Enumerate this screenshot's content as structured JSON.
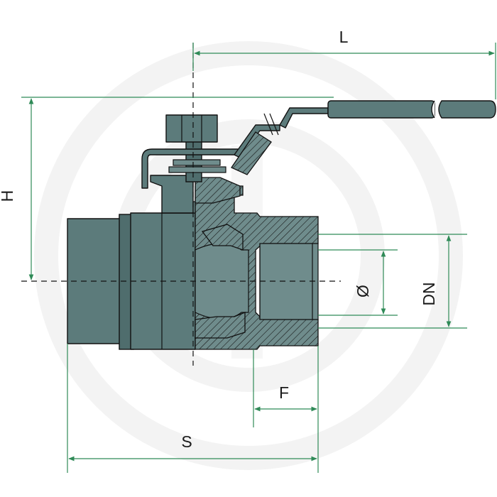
{
  "diagram": {
    "dimensions": {
      "L": "L",
      "H": "H",
      "S": "S",
      "F": "F",
      "DN": "DN",
      "diameter": "Ø"
    },
    "colors": {
      "body": "#5c7b7b",
      "dimension_lines": "#2f8a57",
      "outline": "#111111",
      "background": "#ffffff"
    }
  }
}
